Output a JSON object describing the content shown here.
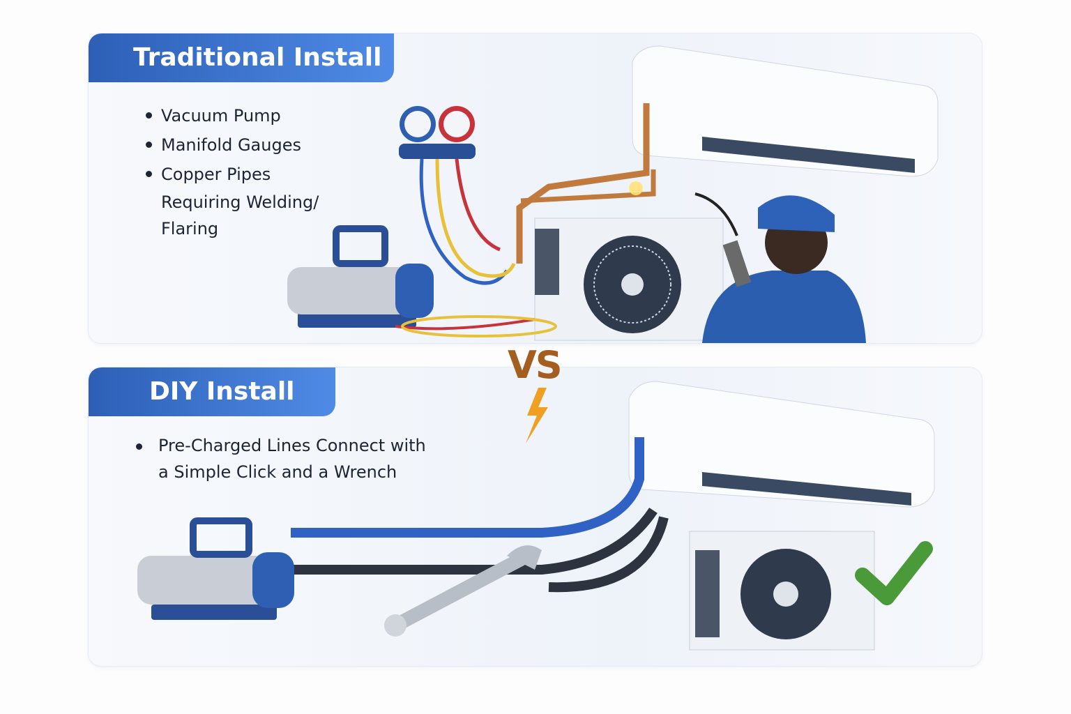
{
  "traditional": {
    "title": "Traditional Install",
    "items": [
      "Vacuum Pump",
      "Manifold Gauges",
      "Copper Pipes",
      "Requiring Welding/",
      "Flaring"
    ]
  },
  "vs_label": "VS",
  "diy": {
    "title": "DIY Install",
    "items": [
      "Pre-Charged Lines Connect with",
      "a Simple Click and a Wrench"
    ]
  },
  "colors": {
    "header_blue": "#2d5fb6",
    "check_green": "#4a9a3a",
    "vs_brown": "#a45e20",
    "bolt_orange": "#f0a020"
  },
  "icons": [
    "lightning-bolt-icon",
    "checkmark-icon"
  ]
}
